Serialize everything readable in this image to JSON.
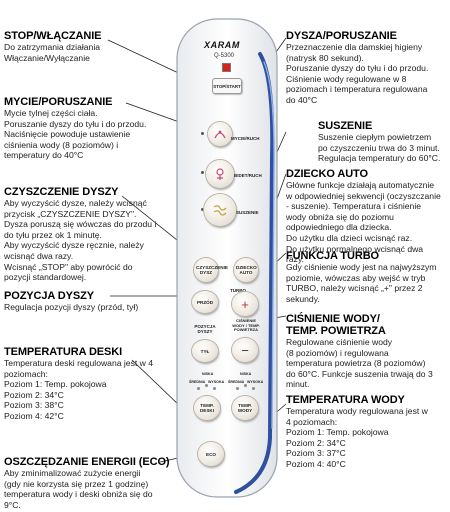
{
  "remote": {
    "brand": "XARAM",
    "model": "Q-5300",
    "stop_label": "STOP/START",
    "mycie_label": "MYCIE/RUCH",
    "bidet_label": "BIDET/RUCH",
    "suszenie_label": "SUSZENIE",
    "czyszczenie_btn": "CZYSZCZENIE DYSZ",
    "dziecko_btn": "DZIECKO AUTO",
    "turbo_label": "TURBO",
    "przod_btn": "PRZÓD",
    "pozycja_label": "POZYCJA DYSZY",
    "tyl_btn": "TYŁ",
    "plus_symbol": "+",
    "minus_symbol": "−",
    "cisnienie_label": "CIŚNIENIE WODY / TEMP. POWIETRZA",
    "level_left_top": "NISKA",
    "level_left_mid": "ŚREDNIA",
    "level_left_bottom": "WYSOKA",
    "level_right_top": "NISKA",
    "level_right_mid": "ŚREDNIA",
    "level_right_bottom": "WYSOKA",
    "temp_deski_btn": "TEMP. DESKI",
    "temp_wody_btn": "TEMP. WODY",
    "eco_btn": "ECO"
  },
  "sections": {
    "stop": {
      "title": "STOP/WŁĄCZANIE",
      "lines": [
        "Do zatrzymania działania",
        "Włączanie/Wyłączanie"
      ]
    },
    "mycie": {
      "title": "MYCIE/PORUSZANIE",
      "lines": [
        "Mycie tylnej części ciała.",
        "Poruszanie dyszy do tyłu i do przodu.",
        "Naciśnięcie powoduje ustawienie",
        "ciśnienia wody (8 poziomów) i",
        "temperatury do 40°C"
      ]
    },
    "czyszczenie": {
      "title": "CZYSZCZENIE DYSZY",
      "lines": [
        "Aby wyczyścić dysze, należy wcisnąć",
        "przycisk „CZYSZCZENIE DYSZY\".",
        "Dysza poruszą się wówczas do przodu i",
        "do tyłu przez ok 1 minutę.",
        "Aby wyczyścić dysze ręcznie, należy",
        "wcisnąć dwa razy.",
        "Wcisnąć „STOP\" aby powrócić do",
        "pozycji standardowej."
      ]
    },
    "pozycja": {
      "title": "POZYCJA DYSZY",
      "lines": [
        "Regulacja pozycji dyszy (przód, tył)"
      ]
    },
    "temp_deski": {
      "title": "TEMPERATURA DESKI",
      "lines": [
        "Temperatura deski regulowana jest w 4",
        "poziomach:",
        "Poziom 1: Temp. pokojowa",
        "Poziom 2: 34°C",
        "Poziom 3: 38°C",
        "Poziom 4: 42°C"
      ]
    },
    "eco": {
      "title": "OSZCZĘDZANIE ENERGII (ECO)",
      "lines": [
        "Aby zminimalizować zużycie energii",
        "(gdy nie korzysta się przez 1 godzinę)",
        "temperatura wody i deski obniża się do",
        "9°C."
      ]
    },
    "dysza": {
      "title": "DYSZA/PORUSZANIE",
      "lines": [
        "Przeznaczenie dla damskiej higieny",
        "(natrysk 80 sekund).",
        "Poruszanie dyszy do tyłu i do przodu.",
        "Ciśnienie wody regulowane w 8",
        "poziomach i temperatura regulowana",
        "do 40°C"
      ]
    },
    "suszenie": {
      "title": "SUSZENIE",
      "lines": [
        "Suszenie ciepłym powietrzem",
        "po czyszczeniu trwa do 3 minut.",
        "Regulacja temperatury do 60°C."
      ]
    },
    "dziecko": {
      "title": "DZIECKO AUTO",
      "lines": [
        "Główne funkcje działają automatycznie",
        "w odpowiedniej sekwencji (oczyszczanie",
        "- suszenie). Temperatura i ciśnienie",
        "wody obniża się do poziomu",
        "odpowiedniego dla dziecka.",
        "Do użytku dla dzieci wcisnąć raz.",
        "Do użytku normalnego wcisnąć dwa",
        "razy."
      ]
    },
    "turbo": {
      "title": "FUNKCJA TURBO",
      "lines": [
        "Gdy ciśnienie wody jest na najwyższym",
        "poziomie, wówczas aby wejść w tryb",
        "TURBO, należy wcisnąć „+\" przez 2",
        "sekundy."
      ]
    },
    "cisnienie": {
      "title_line1": "CIŚNIENIE WODY/",
      "title_line2": "TEMP. POWIETRZA",
      "lines": [
        "Regulowane ciśnienie wody",
        "(8 poziomów) i regulowana",
        "temperatura powietrza (8 poziomów)",
        "do 60°C. Funkcje suszenia trwają do 3",
        "minut."
      ]
    },
    "temp_wody": {
      "title": "TEMPERATURA WODY",
      "lines": [
        "Temperatura wody regulowana jest w",
        "4 poziomach:",
        "Poziom 1: Temp. pokojowa",
        "Poziom 2: 34°C",
        "Poziom 3: 37°C",
        "Poziom 4: 40°C"
      ]
    }
  }
}
